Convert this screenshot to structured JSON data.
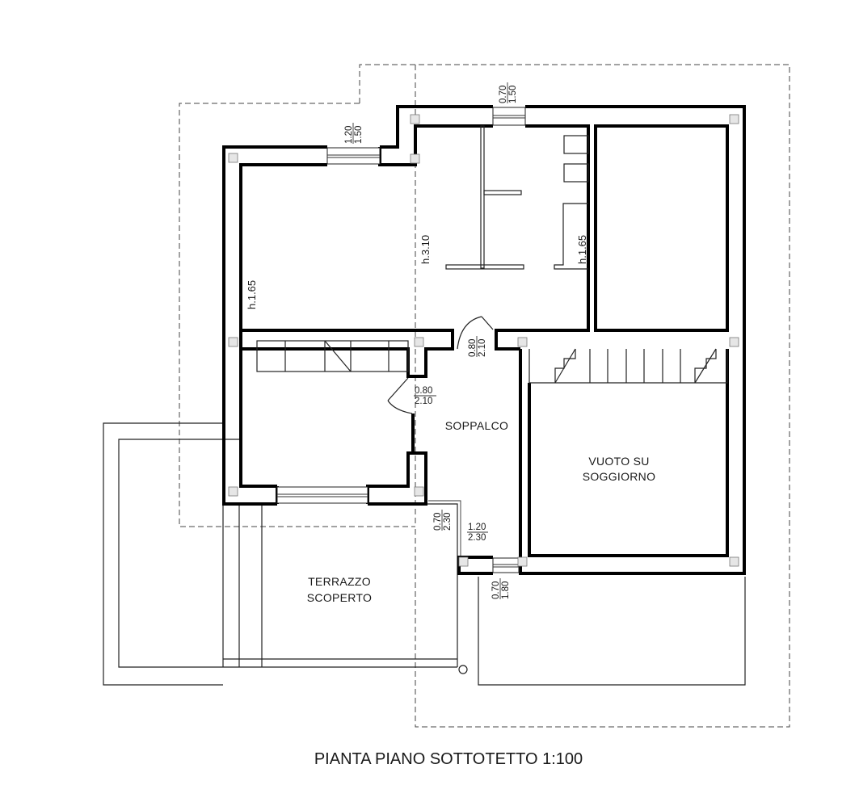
{
  "title": "PIANTA PIANO SOTTOTETTO 1:100",
  "rooms": {
    "soppalco": "SOPPALCO",
    "vuoto_line1": "VUOTO SU",
    "vuoto_line2": "SOGGIORNO",
    "terrazzo_line1": "TERRAZZO",
    "terrazzo_line2": "SCOPERTO"
  },
  "heights": {
    "left_room": "h.1.65",
    "center": "h.3.10",
    "closet": "h.1.65"
  },
  "openings": {
    "top_center": {
      "width": "0.70",
      "height": "1.50"
    },
    "top_left": {
      "width": "1.20",
      "height": "1.50"
    },
    "door_soppalco": {
      "width": "0.80",
      "height": "2.10"
    },
    "door_bedroom": {
      "width": "0.80",
      "height": "2.10"
    },
    "terrace_door": {
      "width": "0.70",
      "height": "2.30"
    },
    "bottom_door": {
      "width": "1.20",
      "height": "2.30"
    },
    "bottom_window": {
      "width": "0.70",
      "height": "1.80"
    }
  }
}
